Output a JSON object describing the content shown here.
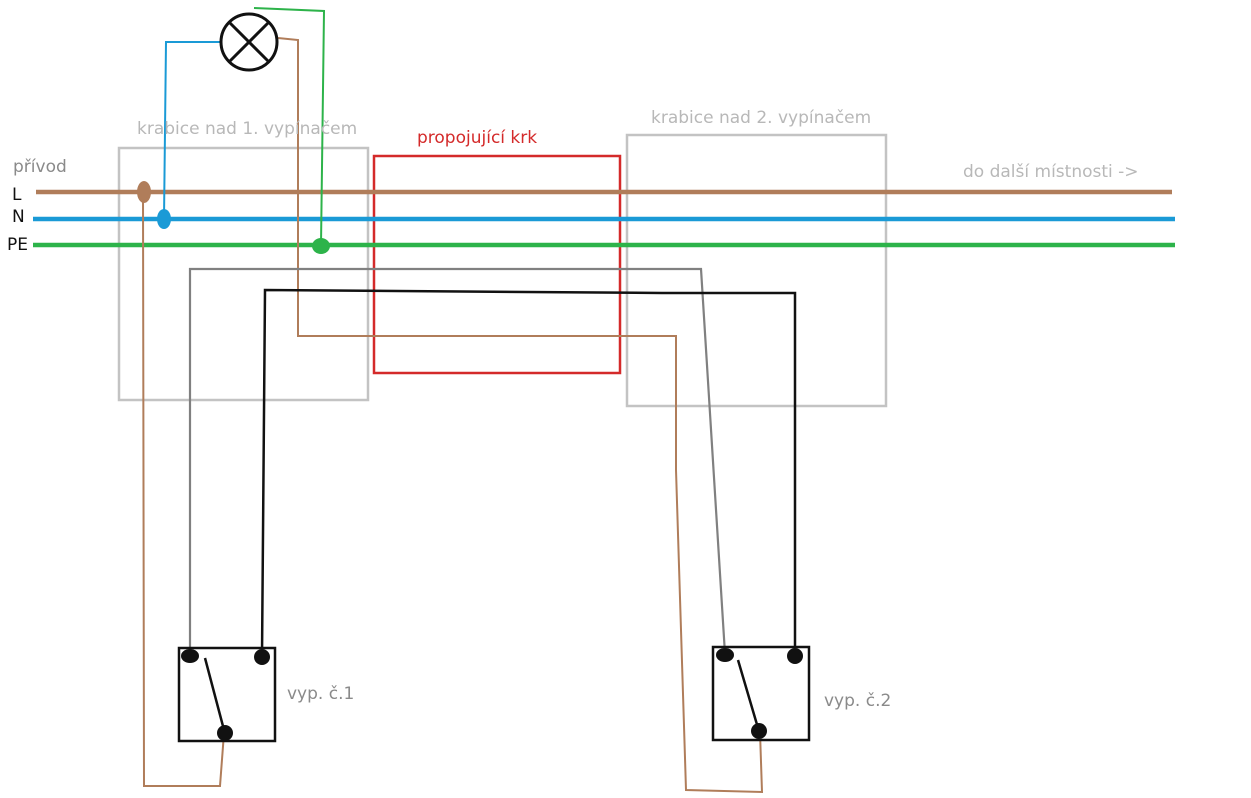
{
  "labels": {
    "supply": "přívod",
    "line_l": "L",
    "line_n": "N",
    "line_pe": "PE",
    "box1": "krabice nad 1. vypínačem",
    "box2": "krabice nad 2. vypínačem",
    "neck": "propojující krk",
    "next_room": "do další místnosti ->",
    "switch1": "vyp. č.1",
    "switch2": "vyp. č.2"
  },
  "colors": {
    "phase": "#b07d5a",
    "neutral": "#1a9ad6",
    "earth": "#2db34a",
    "traveler_gray": "#808080",
    "traveler_black": "#111111",
    "box_outline": "#c3c3c3",
    "neck_outline": "#d42a2a",
    "label_gray": "#8a8a8a",
    "label_gray_light": "#b8b8b8",
    "label_red": "#d42a2a"
  },
  "icons": {
    "lamp": "lamp-icon",
    "switch1": "switch-icon",
    "switch2": "switch-icon"
  }
}
